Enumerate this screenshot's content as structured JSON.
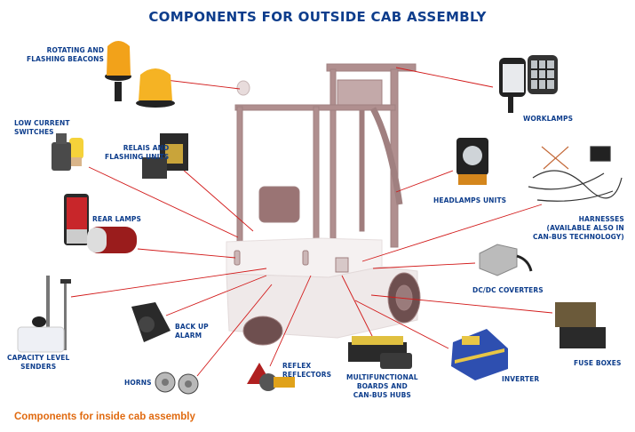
{
  "title": "COMPONENTS FOR OUTSIDE CAB ASSEMBLY",
  "footer_link": "Components for inside cab assembly",
  "colors": {
    "title": "#0d3d8c",
    "footer": "#e06a10",
    "leader_line": "#d21a1a",
    "forklift": "#a88888"
  },
  "components": [
    {
      "id": "beacons",
      "label": [
        "ROTATING AND",
        "FLASHING BEACONS"
      ]
    },
    {
      "id": "low-current-switches",
      "label": [
        "LOW CURRENT",
        "SWITCHES"
      ]
    },
    {
      "id": "relais",
      "label": [
        "RELAIS AND",
        "FLASHING UNITS"
      ]
    },
    {
      "id": "rear-lamps",
      "label": [
        "REAR LAMPS"
      ]
    },
    {
      "id": "capacity-level-senders",
      "label": [
        "CAPACITY LEVEL",
        "SENDERS"
      ]
    },
    {
      "id": "back-up-alarm",
      "label": [
        "BACK UP",
        "ALARM"
      ]
    },
    {
      "id": "horns",
      "label": [
        "HORNS"
      ]
    },
    {
      "id": "reflex-reflectors",
      "label": [
        "REFLEX",
        "REFLECTORS"
      ]
    },
    {
      "id": "multifunctional-boards",
      "label": [
        "MULTIFUNCTIONAL",
        "BOARDS AND",
        "CAN-BUS HUBS"
      ]
    },
    {
      "id": "inverter",
      "label": [
        "INVERTER"
      ]
    },
    {
      "id": "fuse-boxes",
      "label": [
        "FUSE BOXES"
      ]
    },
    {
      "id": "dc-dc-converters",
      "label": [
        "DC/DC COVERTERS"
      ]
    },
    {
      "id": "harnesses",
      "label": [
        "HARNESSES",
        "(AVAILABLE ALSO IN",
        "CAN-BUS TECHNOLOGY)"
      ]
    },
    {
      "id": "headlamps-units",
      "label": [
        "HEADLAMPS UNITS"
      ]
    },
    {
      "id": "worklamps",
      "label": [
        "WORKLAMPS"
      ]
    }
  ]
}
